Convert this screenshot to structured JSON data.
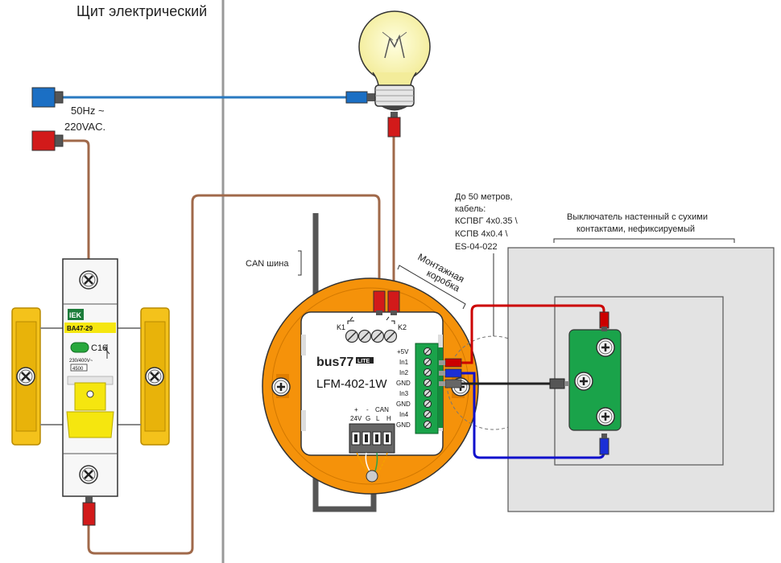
{
  "labels": {
    "panel_title": "Щит электрический",
    "mains_freq": "50Hz ~",
    "mains_voltage": "220VAC.",
    "can_bus": "CAN шина",
    "mount_box_line1": "Монтажная",
    "mount_box_line2": "коробка",
    "cable_line1": "До 50 метров,",
    "cable_line2": "кабель:",
    "cable_line3": "КСПВГ 4х0.35 \\",
    "cable_line4": "КСПВ 4х0.4 \\",
    "cable_line5": "ES-04-022",
    "switch_line1": "Выключатель настенный с сухими",
    "switch_line2": "контактами, нефиксируемый"
  },
  "breaker": {
    "brand": "IEK",
    "model": "BA47-29",
    "rating": "C16",
    "spec": "230/400V~",
    "code": "4500"
  },
  "module": {
    "brand": "bus77",
    "edition": "LITE",
    "model": "LFM-402-1W",
    "relay_labels": [
      "K1",
      "K2"
    ],
    "right_pins": [
      "+5V",
      "In1",
      "In2",
      "GND",
      "In3",
      "GND",
      "In4",
      "GND"
    ],
    "bottom_pins": [
      "+",
      "-",
      "CAN",
      "24V",
      "G",
      "L",
      "H"
    ]
  },
  "colors": {
    "wire_brown": "#a0694a",
    "wire_blue": "#2979c0",
    "wire_red": "#cc0000",
    "signal_blue": "#1010cc",
    "module_orange": "#f5920a",
    "breaker_yellow": "#f4c21b",
    "terminal_green": "#1aa34a"
  }
}
